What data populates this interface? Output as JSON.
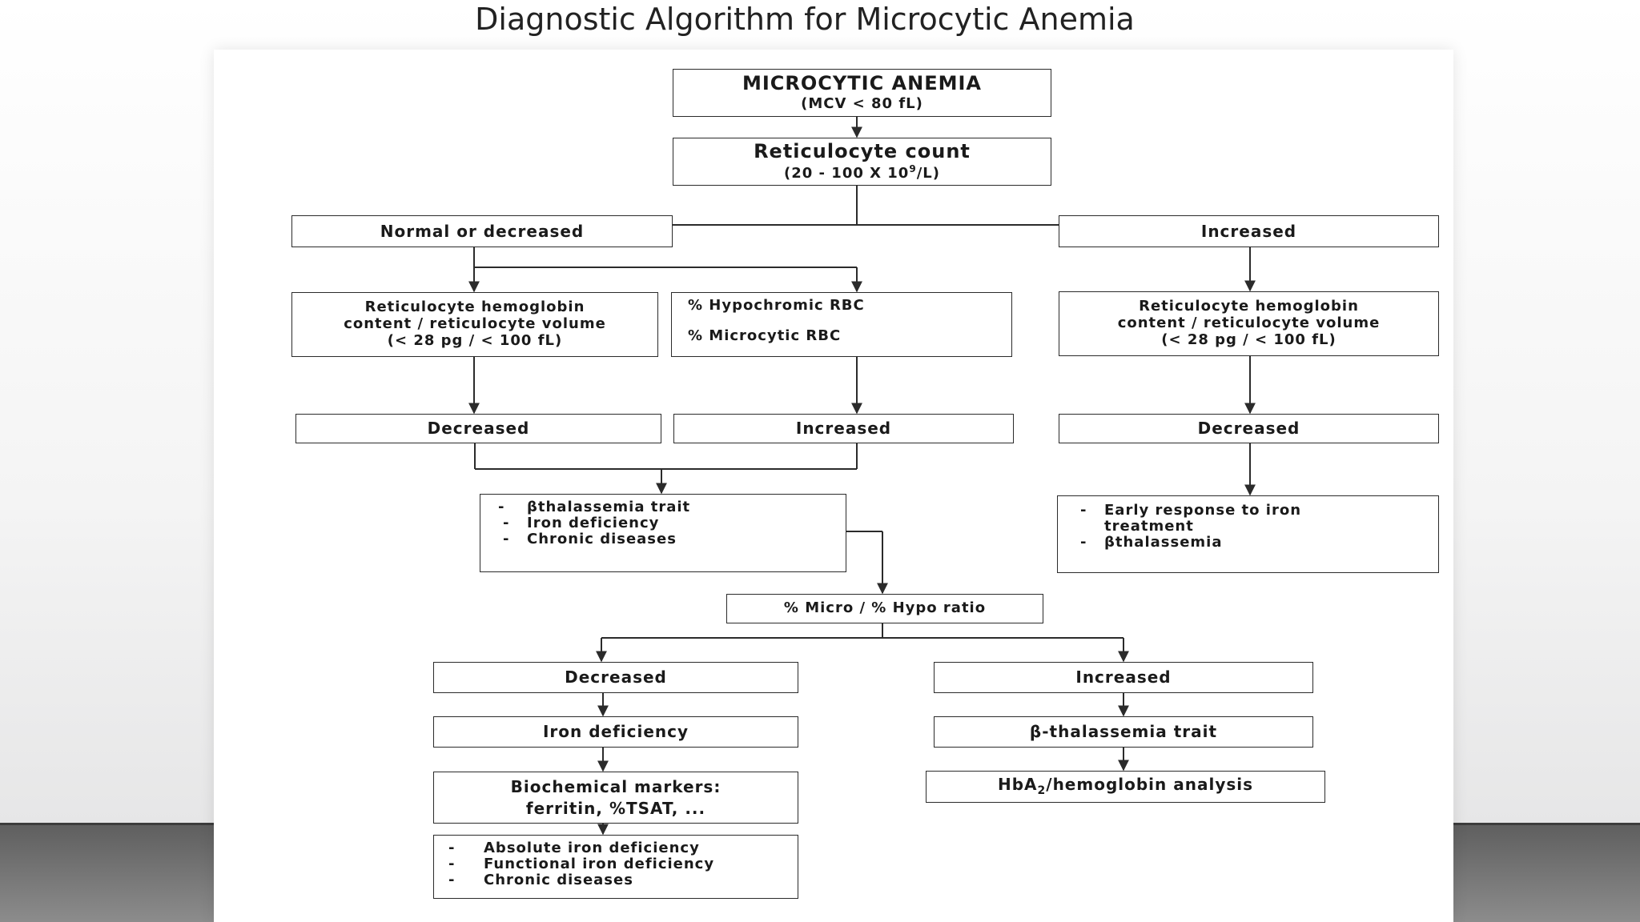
{
  "slide": {
    "title": "Diagnostic Algorithm for Microcytic Anemia"
  },
  "colors": {
    "stroke": "#2b2b2b",
    "panel": "#ffffff",
    "floor": "#6e6e6e"
  },
  "nodes": {
    "microcytic_anemia": {
      "line1": "MICROCYTIC ANEMIA",
      "line2": "(MCV < 80 fL)"
    },
    "reticulocyte_count": {
      "line1": "Reticulocyte count",
      "line2_prefix": "(20 -  100 X 10",
      "line2_sup": "9",
      "line2_suffix": "/L)"
    },
    "normal_or_decreased": {
      "label": "Normal or decreased"
    },
    "increased_top": {
      "label": "Increased"
    },
    "ret_hb_left": {
      "line1": "Reticulocyte hemoglobin",
      "line2": "content / reticulocyte volume",
      "line3": "(< 28 pg / < 100 fL)"
    },
    "hypochromic": {
      "line1": "% Hypochromic RBC",
      "line2": "% Microcytic RBC"
    },
    "ret_hb_right": {
      "line1": "Reticulocyte hemoglobin",
      "line2": "content / reticulocyte volume",
      "line3": "(< 28 pg / < 100 fL)"
    },
    "decreased_left": {
      "label": "Decreased"
    },
    "increased_mid": {
      "label": "Increased"
    },
    "decreased_right": {
      "label": "Decreased"
    },
    "differential_left": {
      "items": [
        "βthalassemia trait",
        "Iron deficiency",
        "Chronic diseases"
      ]
    },
    "differential_right": {
      "items": [
        "Early response to iron treatment",
        "βthalassemia"
      ]
    },
    "ratio": {
      "label": "% Micro / % Hypo ratio"
    },
    "decreased_low": {
      "label": "Decreased"
    },
    "increased_low": {
      "label": "Increased"
    },
    "iron_deficiency": {
      "label": "Iron deficiency"
    },
    "beta_thal_trait": {
      "label": "β-thalassemia trait"
    },
    "biochemical": {
      "line1": "Biochemical markers:",
      "line2": "ferritin, %TSAT, ..."
    },
    "hba2": {
      "prefix": "HbA",
      "sub": "2",
      "suffix": "/hemoglobin analysis"
    },
    "iron_types": {
      "items": [
        "Absolute iron deficiency",
        "Functional iron deficiency",
        "Chronic diseases"
      ]
    }
  }
}
